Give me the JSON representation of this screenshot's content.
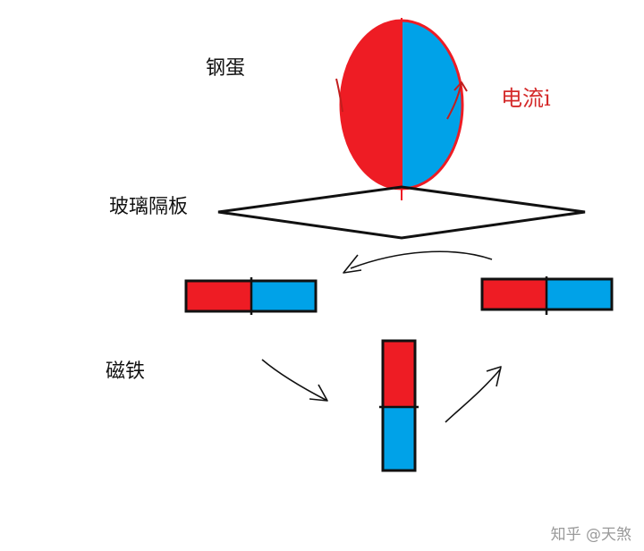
{
  "labels": {
    "steel_egg": "钢蛋",
    "current": "电流i",
    "glass_plate": "玻璃隔板",
    "magnet": "磁铁"
  },
  "watermark": "知乎 @天煞",
  "colors": {
    "red": "#ee1c24",
    "blue": "#00a2e8",
    "outline": "#111111",
    "current_text": "#d42a2a"
  }
}
